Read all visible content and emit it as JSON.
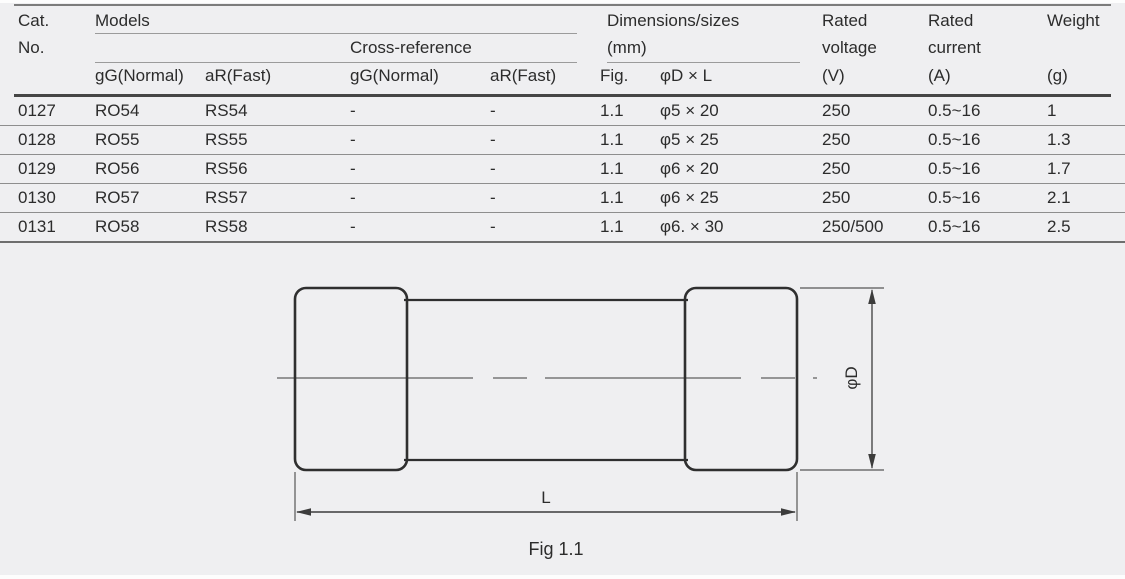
{
  "table": {
    "headers": {
      "cat_line1": "Cat.",
      "cat_line2": "No.",
      "models": "Models",
      "cross_reference": "Cross-reference",
      "dimensions_line1": "Dimensions/sizes",
      "dimensions_line2": "(mm)",
      "rated_voltage_line1": "Rated",
      "rated_voltage_line2": "voltage",
      "rated_voltage_unit": "(V)",
      "rated_current_line1": "Rated",
      "rated_current_line2": "current",
      "rated_current_unit": "(A)",
      "weight": "Weight",
      "weight_unit": "(g)",
      "sub_gg_models": "gG(Normal)",
      "sub_ar_models": "aR(Fast)",
      "sub_gg_cross": "gG(Normal)",
      "sub_ar_cross": "aR(Fast)",
      "sub_fig": "Fig.",
      "sub_dim": "φD × L"
    },
    "rows": [
      {
        "cat": "0127",
        "gg": "RO54",
        "ar": "RS54",
        "cross_gg": "-",
        "cross_ar": "-",
        "fig": "1.1",
        "dim": "φ5 × 20",
        "voltage": "250",
        "current": "0.5~16",
        "weight": "1"
      },
      {
        "cat": "0128",
        "gg": "RO55",
        "ar": "RS55",
        "cross_gg": "-",
        "cross_ar": "-",
        "fig": "1.1",
        "dim": "φ5 × 25",
        "voltage": "250",
        "current": "0.5~16",
        "weight": "1.3"
      },
      {
        "cat": "0129",
        "gg": "RO56",
        "ar": "RS56",
        "cross_gg": "-",
        "cross_ar": "-",
        "fig": "1.1",
        "dim": "φ6 × 20",
        "voltage": "250",
        "current": "0.5~16",
        "weight": "1.7"
      },
      {
        "cat": "0130",
        "gg": "RO57",
        "ar": "RS57",
        "cross_gg": "-",
        "cross_ar": "-",
        "fig": "1.1",
        "dim": "φ6 × 25",
        "voltage": "250",
        "current": "0.5~16",
        "weight": "2.1"
      },
      {
        "cat": "0131",
        "gg": "RO58",
        "ar": "RS58",
        "cross_gg": "-",
        "cross_ar": "-",
        "fig": "1.1",
        "dim": "φ6. × 30",
        "voltage": "250/500",
        "current": "0.5~16",
        "weight": "2.5"
      }
    ]
  },
  "figure": {
    "caption": "Fig 1.1",
    "label_diameter": "φD",
    "label_length": "L"
  },
  "colors": {
    "background": "#efeff1",
    "text": "#2c2c2c",
    "drawing_stroke": "#2f2f2f",
    "rule_grey": "#9b9b9b"
  }
}
